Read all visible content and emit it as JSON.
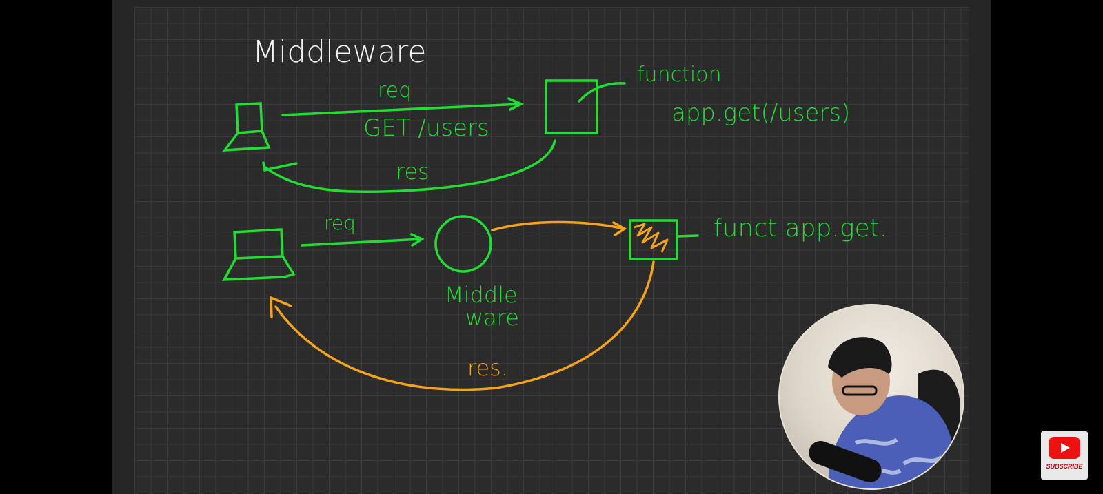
{
  "title": "Middleware",
  "top_flow": {
    "request_label": "req",
    "route_label": "GET /users",
    "response_label": "res",
    "handler_label": "function",
    "handler_code": "app.get(/users)"
  },
  "bottom_flow": {
    "request_label": "req",
    "middleware_label_line1": "Middle",
    "middleware_label_line2": "ware",
    "handler_label": "funct app.get.",
    "response_label": "res."
  },
  "colors": {
    "green": "#22dd33",
    "orange": "#f5a21c",
    "white": "#f2f2f2",
    "board": "#2b2b2b"
  },
  "subscribe": {
    "label": "SUBSCRIBE",
    "icon": "youtube-play-icon"
  }
}
